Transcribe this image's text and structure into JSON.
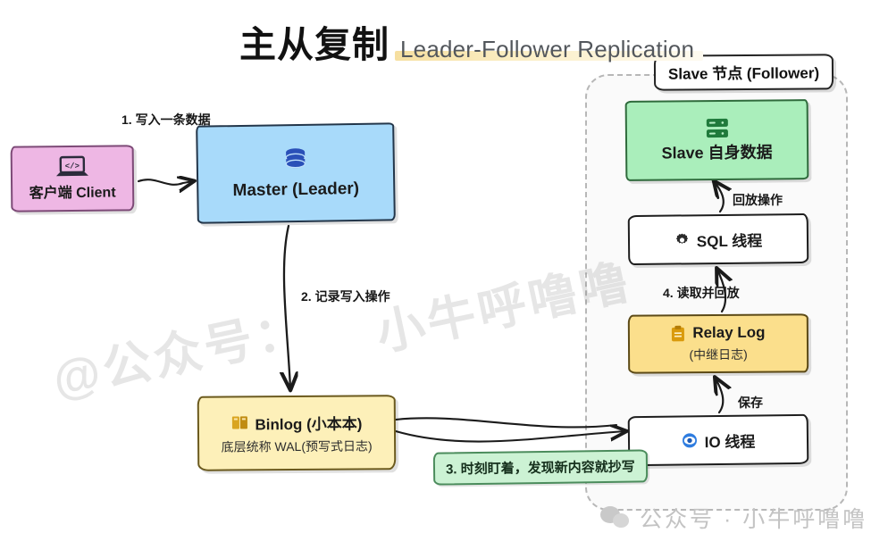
{
  "title": {
    "cn": "主从复制",
    "en": "Leader-Follower Replication",
    "highlight_color": "#f6dfa0"
  },
  "watermarks": {
    "diagonal_a": "@公众号：",
    "diagonal_b": "小牛呼噜噜",
    "bottom": "公众号 · 小牛呼噜噜"
  },
  "nodes": {
    "client": {
      "label": "客户端 Client",
      "icon": "laptop-code-icon",
      "color": "#eeb7e4"
    },
    "master": {
      "label": "Master (Leader)",
      "icon": "database-icon",
      "color": "#a8dafa"
    },
    "binlog": {
      "label": "Binlog (小本本)",
      "sub": "底层统称 WAL(预写式日志)",
      "icon": "book-icon",
      "color": "#fdf0b9"
    },
    "slave_data": {
      "label": "Slave 自身数据",
      "icon": "server-icon",
      "color": "#aaeebb"
    },
    "sql_thread": {
      "label": "SQL 线程",
      "icon": "gear-icon",
      "color": "#ffffff"
    },
    "relay_log": {
      "label": "Relay Log",
      "sub": "(中继日志)",
      "icon": "clipboard-icon",
      "color": "#fbdf8c"
    },
    "io_thread": {
      "label": "IO 线程",
      "icon": "eye-icon",
      "color": "#ffffff"
    }
  },
  "slave_container": {
    "label": "Slave 节点 (Follower)"
  },
  "callout": {
    "step3": "3. 时刻盯着，发现新内容就抄写",
    "color": "#ccf2d4"
  },
  "edges": {
    "step1": "1. 写入一条数据",
    "step2": "2. 记录写入操作",
    "step4": "4. 读取并回放",
    "replay": "回放操作",
    "save": "保存"
  }
}
